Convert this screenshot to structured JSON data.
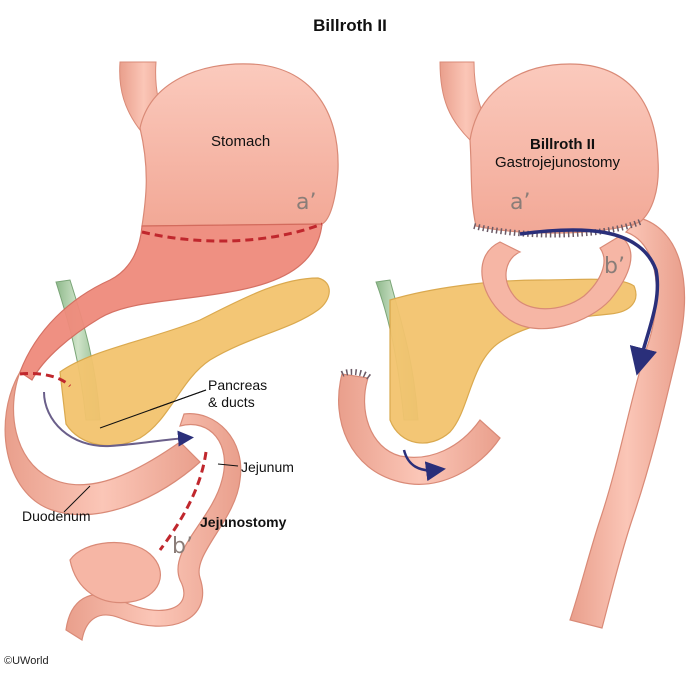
{
  "title": "Billroth II",
  "left_panel": {
    "stomach_label": "Stomach",
    "marker_a": "a’",
    "marker_b": "b’",
    "pancreas_label_line1": "Pancreas",
    "pancreas_label_line2": "& ducts",
    "jejunum_label": "Jejunum",
    "duodenum_label": "Duodenum",
    "jejunostomy_label": "Jejunostomy"
  },
  "right_panel": {
    "procedure_title": "Billroth II",
    "procedure_subtitle": "Gastrojejunostomy",
    "marker_a": "a’",
    "marker_b": "b’"
  },
  "credit": "©UWorld",
  "colors": {
    "tissue": "#f4b3a3",
    "tissue_dark": "#e08b77",
    "resected": "#ef7a6f",
    "pancreas": "#f3c46e",
    "duct": "#a9c9a4",
    "cut_line": "#c0272d",
    "flow_arrow": "#2a2f7a",
    "suture": "#6b5a66"
  }
}
